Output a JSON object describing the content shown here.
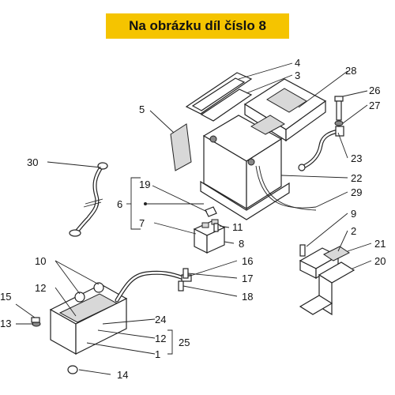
{
  "title": "Na obrázku díl číslo 8",
  "colors": {
    "banner": "#f5c400",
    "line": "#222222"
  },
  "labels": {
    "l1": "1",
    "l2": "2",
    "l3": "3",
    "l4": "4",
    "l5": "5",
    "l6": "6",
    "l7": "7",
    "l8": "8",
    "l9": "9",
    "l10": "10",
    "l11": "11",
    "l12a": "12",
    "l12b": "12",
    "l13": "13",
    "l14": "14",
    "l15": "15",
    "l16": "16",
    "l17": "17",
    "l18": "18",
    "l19": "19",
    "l20": "20",
    "l21": "21",
    "l22": "22",
    "l23": "23",
    "l24": "24",
    "l25": "25",
    "l26": "26",
    "l27": "27",
    "l28": "28",
    "l29": "29",
    "l30": "30"
  }
}
